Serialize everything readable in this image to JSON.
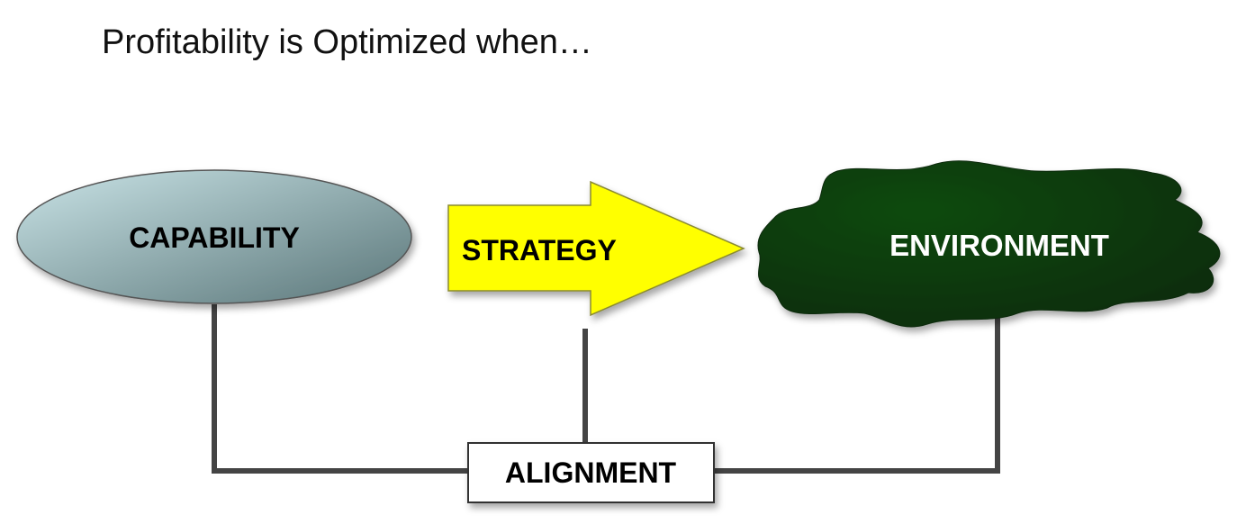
{
  "title": "Profitability is Optimized when…",
  "nodes": {
    "capability": {
      "label": "CAPABILITY"
    },
    "strategy": {
      "label": "STRATEGY"
    },
    "environment": {
      "label": "ENVIRONMENT"
    },
    "alignment": {
      "label": "ALIGNMENT"
    }
  },
  "colors": {
    "capability_light": "#c3dde1",
    "capability_dark": "#5f7d80",
    "strategy_fill": "#ffff00",
    "environment_fill": "#0d3d0d",
    "connector": "#444444",
    "text_dark": "#000000",
    "text_light": "#ffffff"
  }
}
